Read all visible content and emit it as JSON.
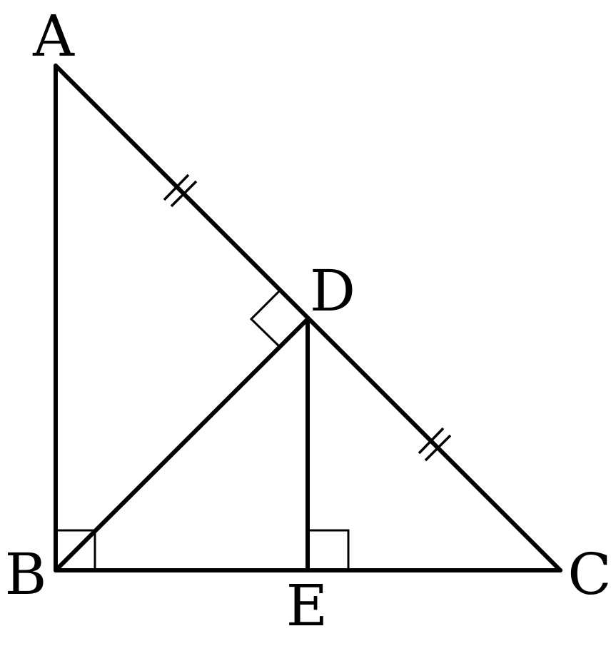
{
  "diagram": {
    "type": "geometry",
    "points": [
      {
        "id": "A",
        "label": "A"
      },
      {
        "id": "B",
        "label": "B"
      },
      {
        "id": "C",
        "label": "C"
      },
      {
        "id": "D",
        "label": "D"
      },
      {
        "id": "E",
        "label": "E"
      }
    ],
    "segments": [
      {
        "from": "A",
        "to": "B"
      },
      {
        "from": "B",
        "to": "C"
      },
      {
        "from": "A",
        "to": "C"
      },
      {
        "from": "B",
        "to": "D"
      },
      {
        "from": "D",
        "to": "E"
      }
    ],
    "right_angles": [
      "ABC",
      "BDC",
      "DEC"
    ],
    "equal_segments": [
      [
        "AD",
        "DC"
      ]
    ],
    "colors": {
      "stroke": "#000000",
      "background": "#ffffff"
    }
  }
}
